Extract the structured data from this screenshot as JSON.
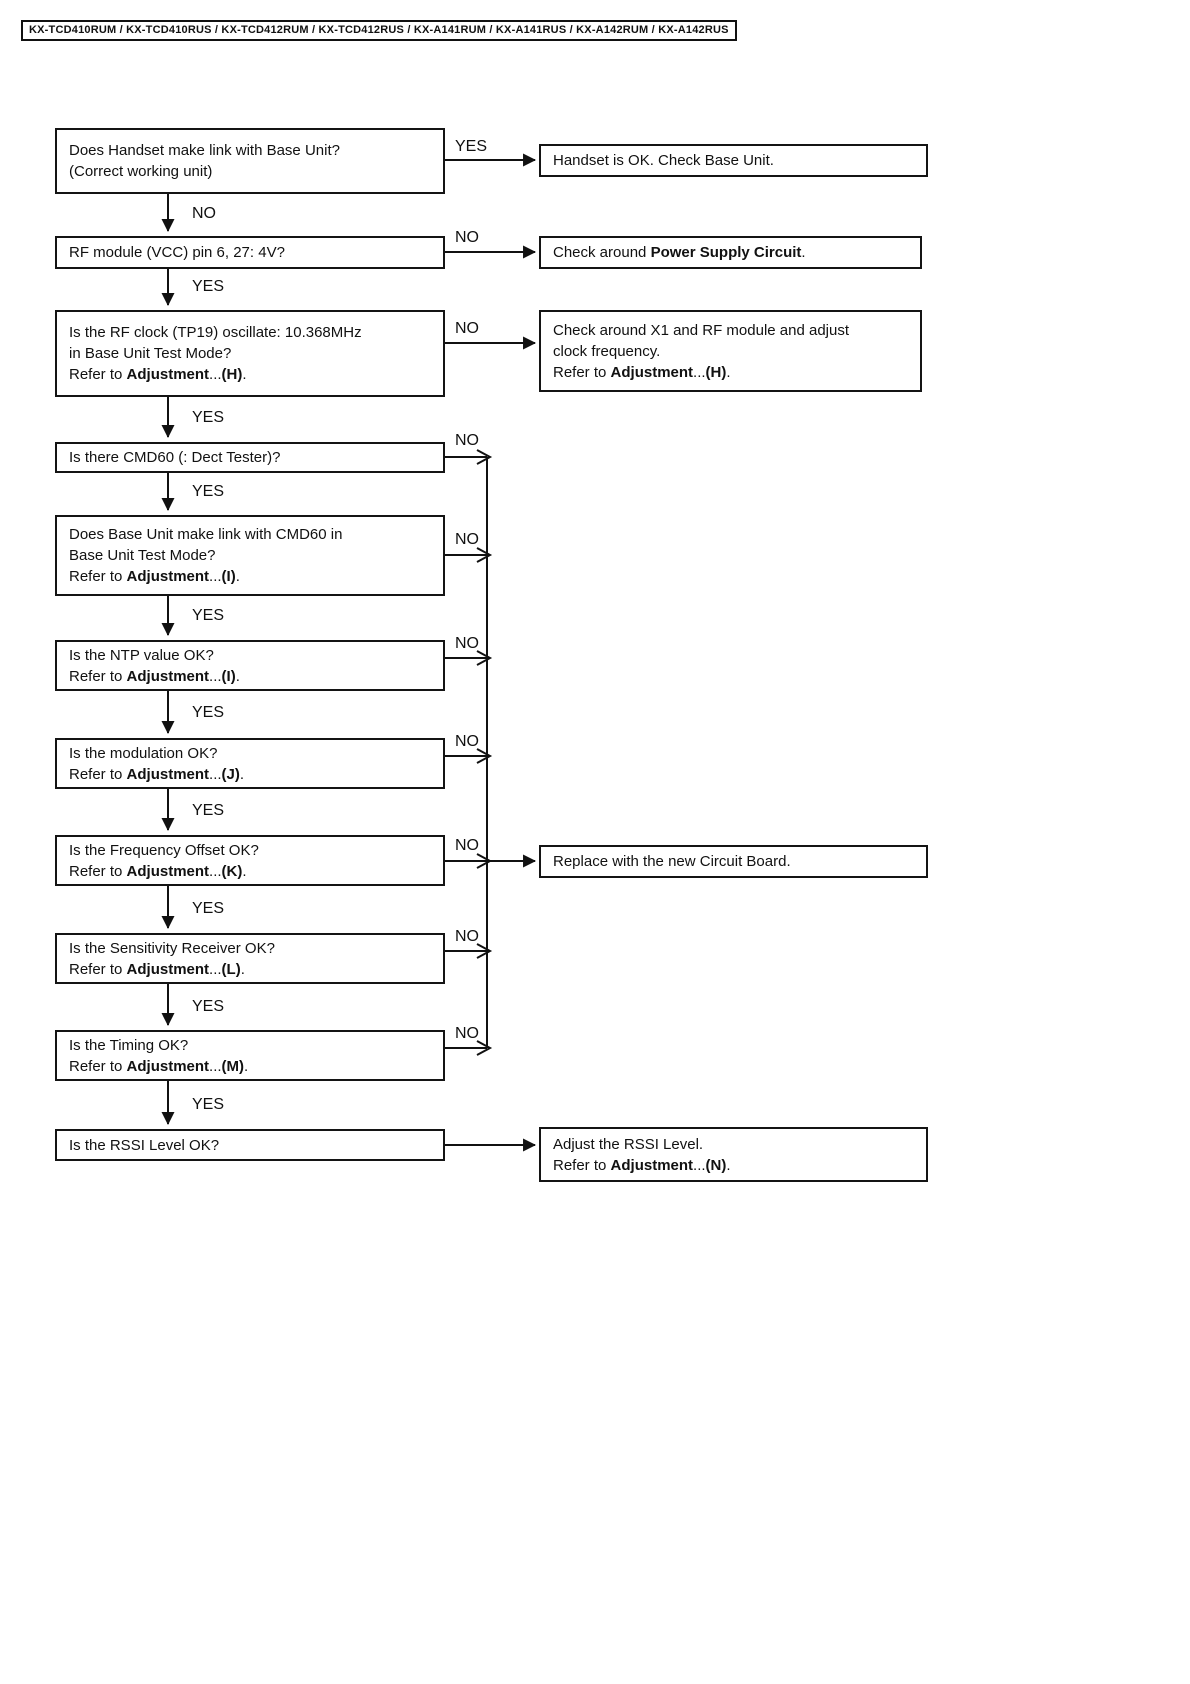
{
  "header": {
    "models": "KX-TCD410RUM / KX-TCD410RUS / KX-TCD412RUM / KX-TCD412RUS / KX-A141RUM / KX-A141RUS / KX-A142RUM / KX-A142RUS"
  },
  "labels": {
    "yes": "YES",
    "no": "NO"
  },
  "boxes": {
    "q_handset_link": {
      "lines": [
        [
          {
            "t": "Does Handset make link with Base Unit?"
          }
        ],
        [
          {
            "t": "(Correct working unit)"
          }
        ]
      ]
    },
    "r_handset_ok": {
      "lines": [
        [
          {
            "t": "Handset is OK. Check Base Unit."
          }
        ]
      ]
    },
    "q_rf_module": {
      "lines": [
        [
          {
            "t": "RF module (VCC) pin 6, 27: 4V?"
          }
        ]
      ]
    },
    "r_power_supply": {
      "lines": [
        [
          {
            "t": "Check around "
          },
          {
            "t": "Power Supply Circuit",
            "b": 1
          },
          {
            "t": "."
          }
        ]
      ]
    },
    "q_rf_clock": {
      "lines": [
        [
          {
            "t": "Is the RF clock (TP19) oscillate: 10.368MHz"
          }
        ],
        [
          {
            "t": "in Base Unit Test Mode?"
          }
        ],
        [
          {
            "t": "Refer to "
          },
          {
            "t": "Adjustment",
            "b": 1
          },
          {
            "t": "..."
          },
          {
            "t": "(H)",
            "b": 1
          },
          {
            "t": "."
          }
        ]
      ]
    },
    "r_clock_freq": {
      "lines": [
        [
          {
            "t": "Check around X1 and RF module and adjust"
          }
        ],
        [
          {
            "t": "clock frequency."
          }
        ],
        [
          {
            "t": "Refer to "
          },
          {
            "t": "Adjustment",
            "b": 1
          },
          {
            "t": "..."
          },
          {
            "t": "(H)",
            "b": 1
          },
          {
            "t": "."
          }
        ]
      ]
    },
    "q_cmd60": {
      "lines": [
        [
          {
            "t": "Is there CMD60 (: Dect Tester)?"
          }
        ]
      ]
    },
    "q_cmd60_link": {
      "lines": [
        [
          {
            "t": "Does Base Unit make link with CMD60 in"
          }
        ],
        [
          {
            "t": "Base Unit Test Mode?"
          }
        ],
        [
          {
            "t": "Refer to "
          },
          {
            "t": "Adjustment",
            "b": 1
          },
          {
            "t": "..."
          },
          {
            "t": "(I)",
            "b": 1
          },
          {
            "t": "."
          }
        ]
      ]
    },
    "q_ntp": {
      "lines": [
        [
          {
            "t": "Is the NTP value OK?"
          }
        ],
        [
          {
            "t": "Refer to "
          },
          {
            "t": "Adjustment",
            "b": 1
          },
          {
            "t": "..."
          },
          {
            "t": "(I)",
            "b": 1
          },
          {
            "t": "."
          }
        ]
      ]
    },
    "q_modulation": {
      "lines": [
        [
          {
            "t": "Is the modulation OK?"
          }
        ],
        [
          {
            "t": "Refer to "
          },
          {
            "t": "Adjustment",
            "b": 1
          },
          {
            "t": "..."
          },
          {
            "t": "(J)",
            "b": 1
          },
          {
            "t": "."
          }
        ]
      ]
    },
    "q_freq_offset": {
      "lines": [
        [
          {
            "t": "Is the Frequency Offset OK?"
          }
        ],
        [
          {
            "t": "Refer to "
          },
          {
            "t": "Adjustment",
            "b": 1
          },
          {
            "t": "..."
          },
          {
            "t": "(K)",
            "b": 1
          },
          {
            "t": "."
          }
        ]
      ]
    },
    "r_replace_board": {
      "lines": [
        [
          {
            "t": "Replace with the new Circuit Board."
          }
        ]
      ]
    },
    "q_sensitivity": {
      "lines": [
        [
          {
            "t": "Is the Sensitivity Receiver OK?"
          }
        ],
        [
          {
            "t": "Refer to "
          },
          {
            "t": "Adjustment",
            "b": 1
          },
          {
            "t": "..."
          },
          {
            "t": "(L)",
            "b": 1
          },
          {
            "t": "."
          }
        ]
      ]
    },
    "q_timing": {
      "lines": [
        [
          {
            "t": "Is the Timing OK?"
          }
        ],
        [
          {
            "t": "Refer to "
          },
          {
            "t": "Adjustment",
            "b": 1
          },
          {
            "t": "..."
          },
          {
            "t": "(M)",
            "b": 1
          },
          {
            "t": "."
          }
        ]
      ]
    },
    "q_rssi": {
      "lines": [
        [
          {
            "t": "Is the RSSI Level OK?"
          }
        ]
      ]
    },
    "r_adjust_rssi": {
      "lines": [
        [
          {
            "t": "Adjust the RSSI Level."
          }
        ],
        [
          {
            "t": "Refer to "
          },
          {
            "t": "Adjustment",
            "b": 1
          },
          {
            "t": "..."
          },
          {
            "t": "(N)",
            "b": 1
          },
          {
            "t": "."
          }
        ]
      ]
    }
  }
}
